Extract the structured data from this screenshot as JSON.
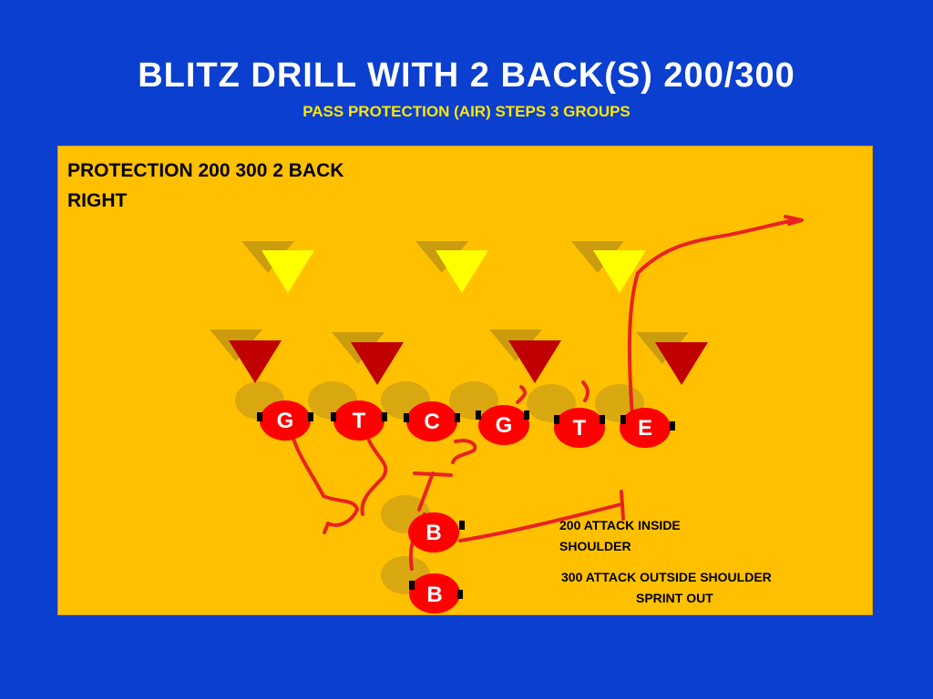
{
  "title": "BLITZ DRILL WITH 2 BACK(S) 200/300",
  "subtitle": "PASS PROTECTION (AIR) STEPS  3 GROUPS",
  "field": {
    "label_line1": "PROTECTION 200 300 2 BACK",
    "label_line2": "RIGHT"
  },
  "notes": {
    "note1_line1": "200 ATTACK INSIDE",
    "note1_line2": "SHOULDER",
    "note2_line1": "300 ATTACK OUTSIDE SHOULDER",
    "note2_line2": "SPRINT OUT"
  },
  "players": {
    "g1": "G",
    "t1": "T",
    "c": "C",
    "g2": "G",
    "t2": "T",
    "e": "E",
    "b1": "B",
    "b2": "B"
  },
  "colors": {
    "background": "#0a3fcf",
    "field": "#ffc000",
    "player": "#ff0000",
    "defender_deep": "#ffff00",
    "defender_front": "#c00000",
    "route": "#e8231f"
  }
}
